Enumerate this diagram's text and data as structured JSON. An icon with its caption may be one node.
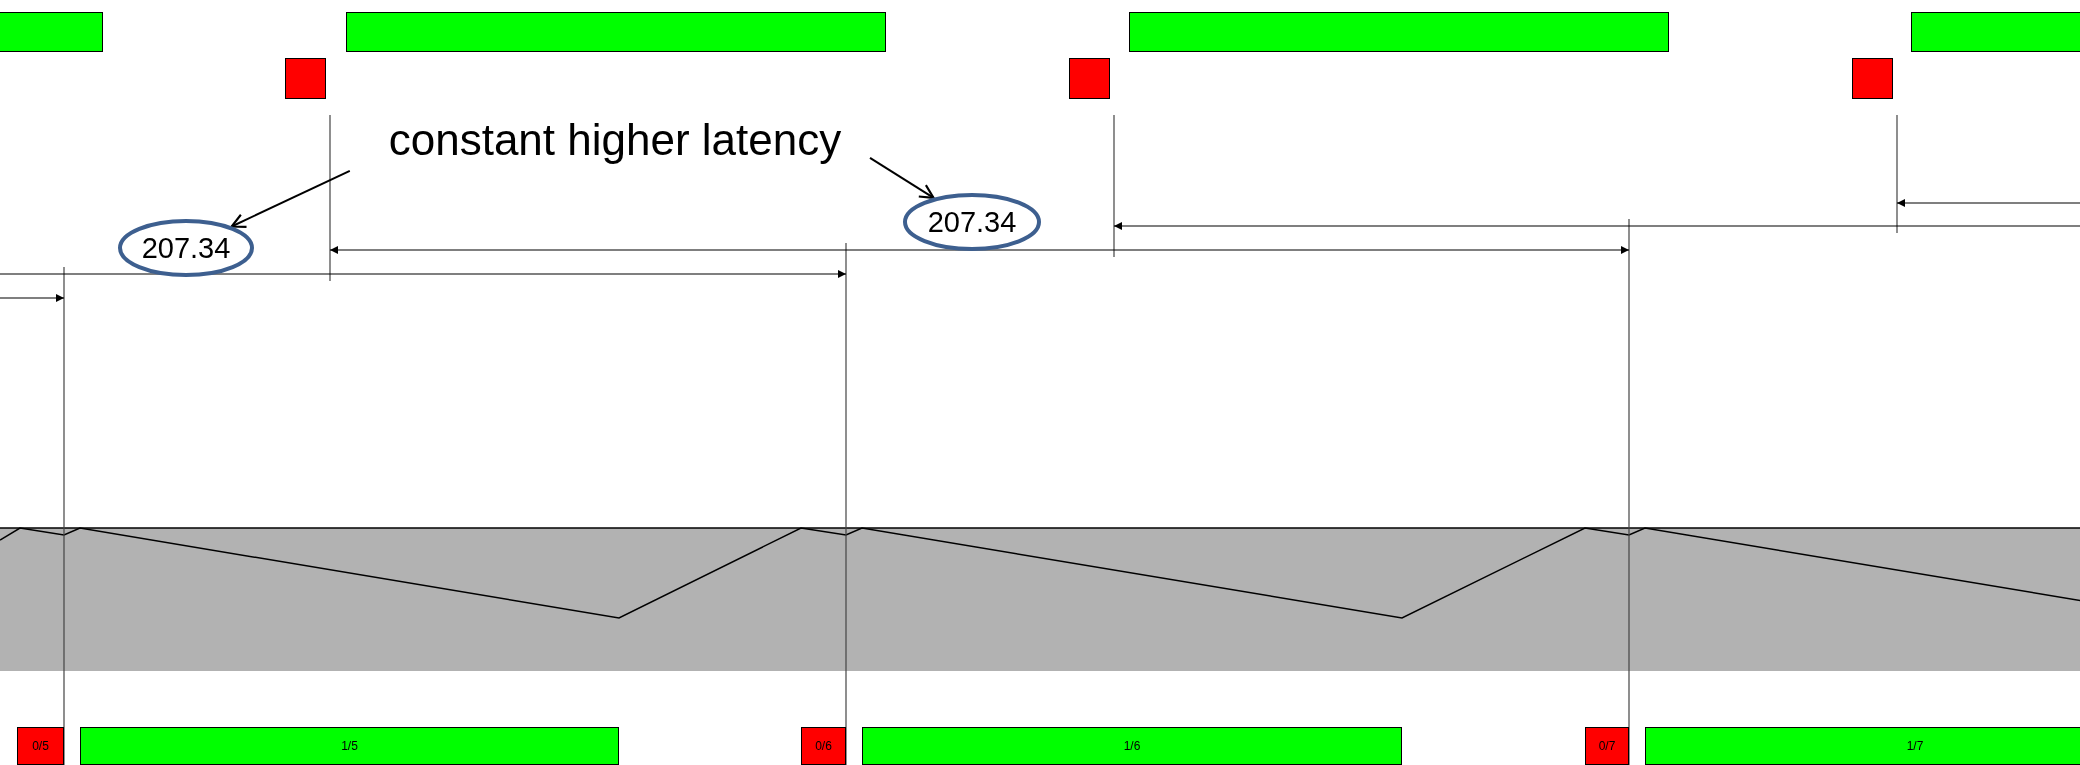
{
  "diagram": {
    "nodes": [
      {
        "text": [],
        "shape": "bar"
      },
      {
        "text": [],
        "shape": "bar"
      },
      {
        "text": [],
        "shape": "bar"
      },
      {
        "text": [],
        "shape": "bar"
      },
      {
        "text": [],
        "shape": "box"
      },
      {
        "text": [],
        "shape": "box"
      },
      {
        "text": [],
        "shape": "box"
      },
      {
        "text": [
          "constant higher latency"
        ]
      },
      {
        "text": [
          "207.34"
        ]
      },
      {
        "text": [
          "207.34"
        ]
      },
      {
        "text": [
          "0/5"
        ]
      },
      {
        "text": [
          "1/5"
        ]
      },
      {
        "text": [
          "0/6"
        ]
      },
      {
        "text": [
          "1/6"
        ]
      },
      {
        "text": [
          "0/7"
        ]
      },
      {
        "text": [
          "1/7"
        ]
      }
    ],
    "edges": [
      {
        "from": 7,
        "to": 8,
        "arrow": "to"
      },
      {
        "from": 7,
        "to": 9,
        "arrow": "to"
      }
    ]
  }
}
